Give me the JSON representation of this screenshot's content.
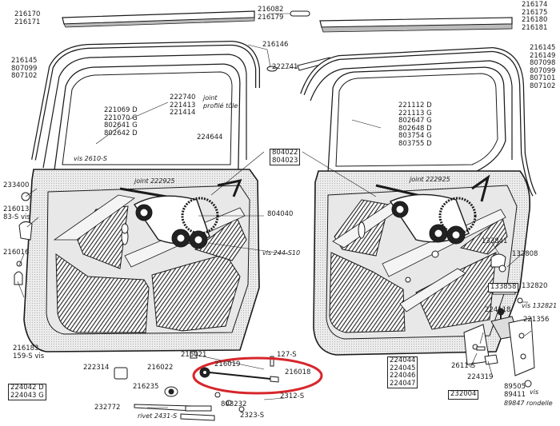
{
  "labels": {
    "l216170": "216170\n216171",
    "l216082": "216082\n216179",
    "l216174": "216174\n216175\n216180\n216181",
    "l216146": "216146",
    "l222741": "222741",
    "l216145L": "216145\n807099\n807102",
    "l216145R": "216145\n216149\n807098\n807099\n807101\n807102",
    "l222740": "222740\n221413\n221414",
    "l_joint_profile": "joint\nprofilé tôle",
    "l221069": "221069 D\n221070 G\n802641 G\n802642 D",
    "l224644": "224644",
    "l_vis2610": "vis 2610-S",
    "l221112": "221112 D\n221113 G\n802647 G\n802648 D\n803754 G\n803755 D",
    "l804022": "804022\n804023",
    "l_jointL": "joint 222925",
    "l_jointR": "joint 222925",
    "l233400": "233400",
    "l216013": "216013\n83-S vis",
    "l804040": "804040",
    "l_vis244": "vis 244-S10",
    "l216016": "216016",
    "l216183": "216183\n159-S vis",
    "l224042": "224042 D\n224043 G",
    "l216021": "216021",
    "l216022": "216022",
    "l216019": "216019",
    "l216018": "216018",
    "l127s": "127-S",
    "l222314": "222314",
    "l216235": "216235",
    "l2312s": "2312-S",
    "l232772": "232772",
    "l803232": "803232",
    "l_rivet": "rivet 2431-S",
    "l2323s": "2323-S",
    "l133841": "133841",
    "l132808": "132808",
    "l133858": "133858",
    "l132820": "132820",
    "l_vis132821": "vis 132821",
    "l224118": "224118",
    "l221356": "221356",
    "l2611s": "2611-S",
    "l224319": "224319",
    "l232004": "232004",
    "l89505": "89505\n89411",
    "l89847": "89847 rondelle",
    "l_vis_small": "vis",
    "l224044": "224044\n224045\n224046\n224047"
  },
  "colors": {
    "ink": "#1a1a1a",
    "panel": "#e6e6e6",
    "hatch": "#2b2b2b",
    "highlight": "#d6262b"
  }
}
